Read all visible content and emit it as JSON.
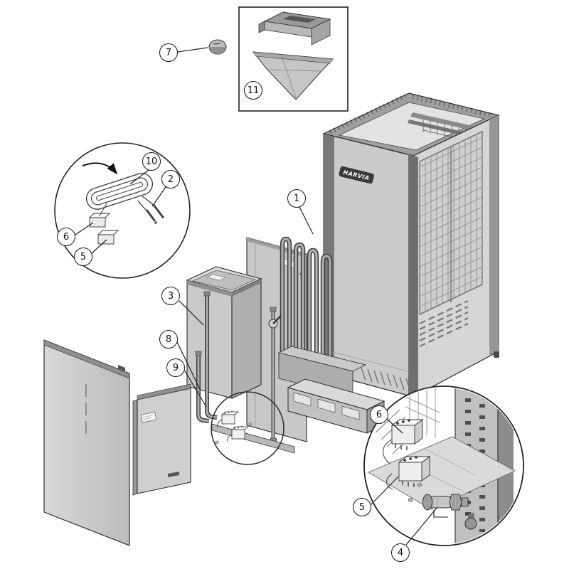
{
  "diagram": {
    "brand_label": "HARVIA",
    "callouts": {
      "c1": {
        "label": "1"
      },
      "c2": {
        "label": "2"
      },
      "c3": {
        "label": "3"
      },
      "c4": {
        "label": "4"
      },
      "c5a": {
        "label": "5"
      },
      "c5b": {
        "label": "5"
      },
      "c6a": {
        "label": "6"
      },
      "c6b": {
        "label": "6"
      },
      "c7": {
        "label": "7"
      },
      "c8": {
        "label": "8"
      },
      "c9": {
        "label": "9"
      },
      "c10": {
        "label": "10"
      },
      "c11": {
        "label": "11"
      }
    },
    "colors": {
      "background": "#ffffff",
      "outline": "#2b2b2b",
      "panel_light": "#cfcfcf",
      "panel_mid": "#b5b5b5",
      "panel_dark": "#8f8f8f",
      "frame_dark": "#6e6e6e",
      "badge_bg": "#3a3a3a",
      "badge_text": "#ffffff"
    }
  }
}
